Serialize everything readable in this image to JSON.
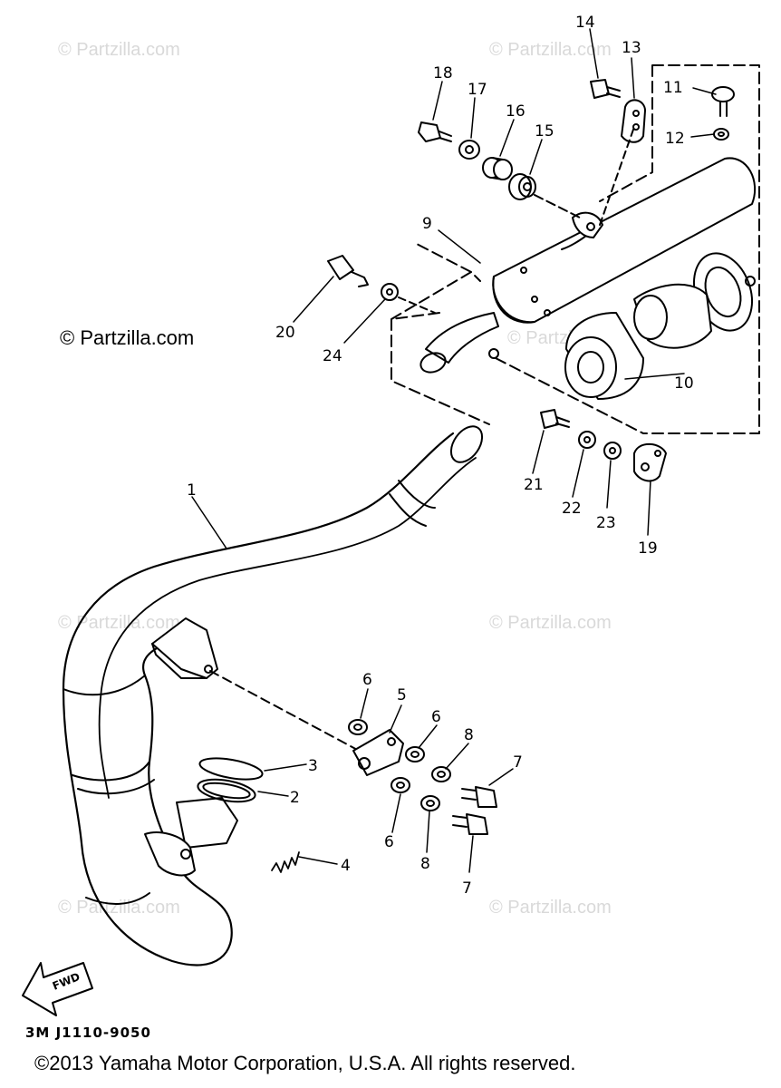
{
  "watermark": "© Partzilla.com",
  "diagram_code": "3M J1110-9050",
  "copyright": "©2013 Yamaha Motor Corporation, U.S.A. All rights reserved.",
  "direction_label": "FWD",
  "parts": {
    "p1": "1",
    "p2": "2",
    "p3": "3",
    "p4": "4",
    "p5": "5",
    "p6a": "6",
    "p6b": "6",
    "p6c": "6",
    "p7a": "7",
    "p7b": "7",
    "p8a": "8",
    "p8b": "8",
    "p9": "9",
    "p10": "10",
    "p11": "11",
    "p12": "12",
    "p13": "13",
    "p14": "14",
    "p15": "15",
    "p16": "16",
    "p17": "17",
    "p18": "18",
    "p19": "19",
    "p20": "20",
    "p21": "21",
    "p22": "22",
    "p23": "23",
    "p24": "24"
  }
}
